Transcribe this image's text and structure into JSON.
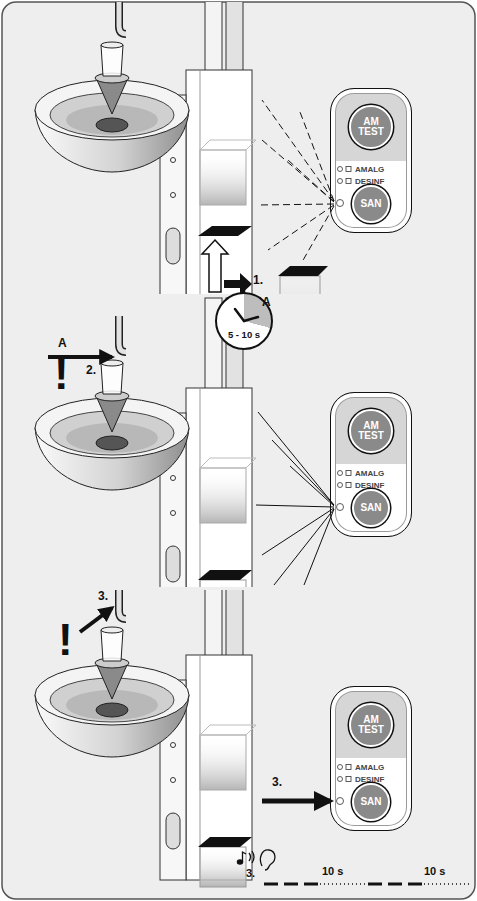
{
  "diagram": {
    "nodes": [
      {
        "text": [
          "AMALG",
          "DESINF"
        ]
      },
      {
        "text": [
          "AM TEST"
        ],
        "in": 0
      },
      {
        "text": [
          "SAN"
        ],
        "in": 0
      },
      {
        "text": [
          "5 - 10 s"
        ]
      },
      {
        "text": [
          "AMALG",
          "DESINF"
        ]
      },
      {
        "text": [
          "AM TEST"
        ],
        "in": 4
      },
      {
        "text": [
          "SAN"
        ],
        "in": 4
      },
      {
        "text": [
          "AMALG",
          "DESINF"
        ]
      },
      {
        "text": [
          "AM TEST"
        ],
        "in": 7
      },
      {
        "text": [
          "SAN"
        ],
        "in": 7
      }
    ],
    "labels": [
      "1.",
      "A",
      "A",
      "!",
      "2.",
      "3.",
      "!",
      "3.",
      "3.",
      "10 s",
      "10 s"
    ]
  }
}
